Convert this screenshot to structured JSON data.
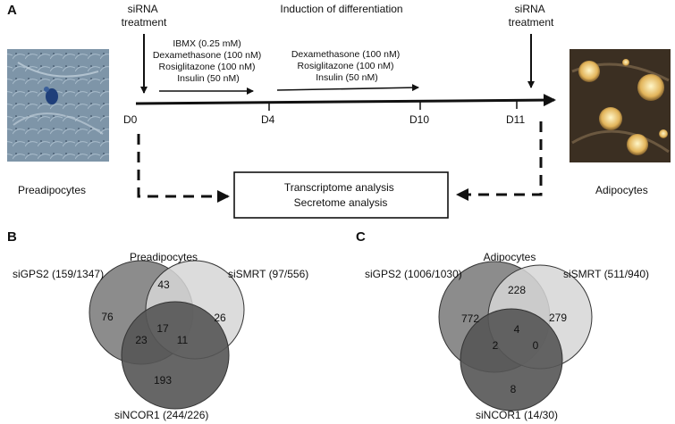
{
  "panel_a": {
    "letter": "A",
    "sirna_left": [
      "siRNA",
      "treatment"
    ],
    "induction": "Induction of differentiation",
    "sirna_right": [
      "siRNA",
      "treatment"
    ],
    "treatment_1": [
      "IBMX (0.25 mM)",
      "Dexamethasone (100 nM)",
      "Rosiglitazone (100 nM)",
      "Insulin (50 nM)"
    ],
    "treatment_2": [
      "Dexamethasone (100 nM)",
      "Rosiglitazone (100 nM)",
      "Insulin (50 nM)"
    ],
    "days": [
      "D0",
      "D4",
      "D10",
      "D11"
    ],
    "box_lines": [
      "Transcriptome analysis",
      "Secretome analysis"
    ],
    "left_cell_label": "Preadipocytes",
    "right_cell_label": "Adipocytes"
  },
  "panel_b": {
    "letter": "B",
    "title": "Preadipocytes",
    "set_labels": [
      "siGPS2 (159/1347)",
      "siSMRT (97/556)",
      "siNCOR1 (244/226)"
    ],
    "regions": {
      "gps2_only": "76",
      "gps2_smrt": "43",
      "smrt_only": "26",
      "gps2_ncor1": "23",
      "all_three": "17",
      "smrt_ncor1": "11",
      "ncor1_only": "193"
    }
  },
  "panel_c": {
    "letter": "C",
    "title": "Adipocytes",
    "set_labels": [
      "siGPS2 (1006/1030)",
      "siSMRT (511/940)",
      "siNCOR1 (14/30)"
    ],
    "regions": {
      "gps2_only": "772",
      "gps2_smrt": "228",
      "smrt_only": "279",
      "gps2_ncor1": "2",
      "all_three": "4",
      "smrt_ncor1": "0",
      "ncor1_only": "8"
    }
  },
  "colors": {
    "circle_gps2": "#8c8c8c",
    "circle_smrt": "#d6d6d6",
    "circle_ncor1": "#555555",
    "preadipocyte_bg": "#7e95a8",
    "adipocyte_bg": "#3b2f22"
  }
}
